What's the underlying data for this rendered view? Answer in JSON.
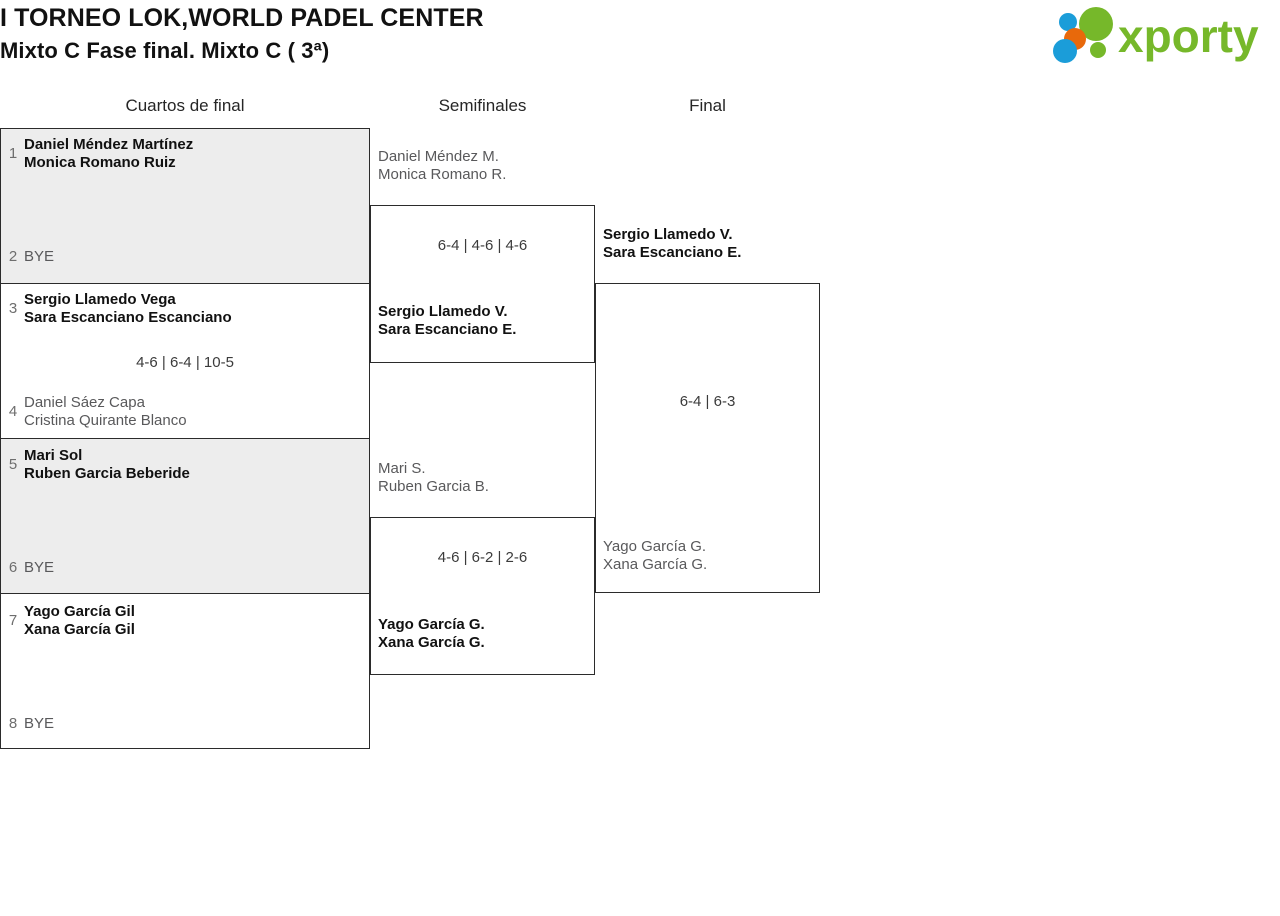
{
  "header": {
    "title_line1": "I TORNEO LOK,WORLD PADEL CENTER",
    "title_line2": "Mixto C Fase final. Mixto C ( 3ª)",
    "logo_text": "xporty",
    "logo_colors": {
      "green": "#76b82a",
      "orange": "#e8690b",
      "blue": "#1b9dd9"
    }
  },
  "rounds": [
    {
      "id": "quarterfinals",
      "label": "Cuartos de final"
    },
    {
      "id": "semifinals",
      "label": "Semifinales"
    },
    {
      "id": "final",
      "label": "Final"
    }
  ],
  "bracket": {
    "quarterfinals": [
      {
        "shaded": true,
        "top": {
          "seed": "1",
          "line1": "Daniel Méndez Martínez",
          "line2": "Monica Romano Ruiz",
          "result": "winner"
        },
        "bottom": {
          "seed": "2",
          "line1": "BYE",
          "line2": "",
          "result": "bye"
        },
        "score": ""
      },
      {
        "shaded": false,
        "top": {
          "seed": "3",
          "line1": "Sergio Llamedo Vega",
          "line2": "Sara Escanciano Escanciano",
          "result": "winner"
        },
        "bottom": {
          "seed": "4",
          "line1": "Daniel Sáez Capa",
          "line2": "Cristina Quirante Blanco",
          "result": "loser"
        },
        "score": "4-6 | 6-4 | 10-5"
      },
      {
        "shaded": true,
        "top": {
          "seed": "5",
          "line1": "Mari Sol",
          "line2": "Ruben Garcia Beberide",
          "result": "winner"
        },
        "bottom": {
          "seed": "6",
          "line1": "BYE",
          "line2": "",
          "result": "bye"
        },
        "score": ""
      },
      {
        "shaded": false,
        "top": {
          "seed": "7",
          "line1": "Yago García Gil",
          "line2": "Xana García Gil",
          "result": "winner"
        },
        "bottom": {
          "seed": "8",
          "line1": "BYE",
          "line2": "",
          "result": "bye"
        },
        "score": ""
      }
    ],
    "semifinals": [
      {
        "top": {
          "line1": "Daniel Méndez M.",
          "line2": "Monica Romano R.",
          "result": "loser"
        },
        "bottom": {
          "line1": "Sergio Llamedo V.",
          "line2": "Sara Escanciano E.",
          "result": "winner"
        },
        "score": "6-4 | 4-6 | 4-6"
      },
      {
        "top": {
          "line1": "Mari S.",
          "line2": "Ruben Garcia B.",
          "result": "loser"
        },
        "bottom": {
          "line1": "Yago García G.",
          "line2": "Xana García G.",
          "result": "winner"
        },
        "score": "4-6 | 6-2 | 2-6"
      }
    ],
    "final": {
      "top": {
        "line1": "Sergio Llamedo V.",
        "line2": "Sara Escanciano E.",
        "result": "winner"
      },
      "bottom": {
        "line1": "Yago García G.",
        "line2": "Xana García G.",
        "result": "loser"
      },
      "score": "6-4 | 6-3"
    }
  }
}
